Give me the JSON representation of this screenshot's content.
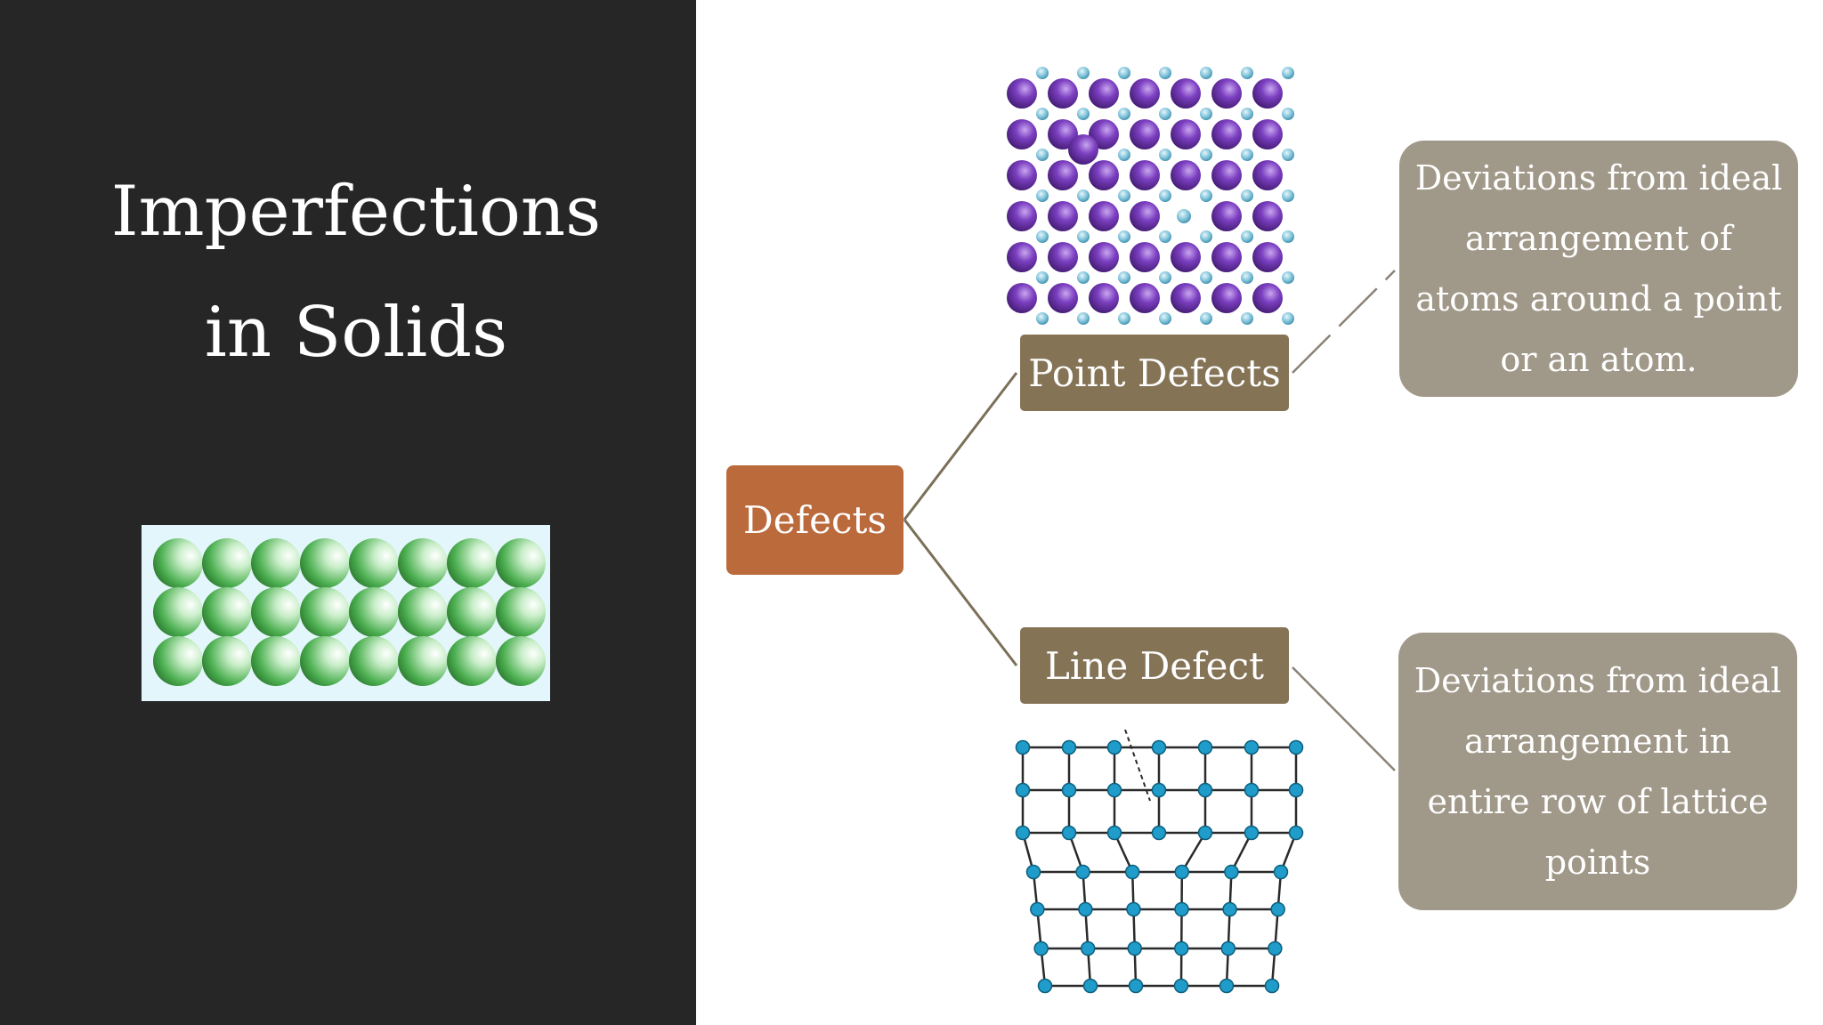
{
  "slide": {
    "title_line1": "Imperfections",
    "title_line2": "in Solids"
  },
  "diagram": {
    "root_label": "Defects",
    "branches": [
      {
        "label": "Point Defects",
        "description": "Deviations from ideal arrangement of atoms around a point or an atom."
      },
      {
        "label": "Line Defect",
        "description": "Deviations from ideal arrangement in entire row of lattice points"
      }
    ]
  },
  "colors": {
    "left_panel": "#262626",
    "root_box": "#bb6a3c",
    "branch_box": "#857356",
    "description_box": "#a09888",
    "connector": "#7a7058",
    "green_sphere": "#4caf50",
    "purple_atom": "#5b2a8c",
    "blue_atom": "#5aa7c4",
    "grid_node": "#1f9cc9"
  }
}
